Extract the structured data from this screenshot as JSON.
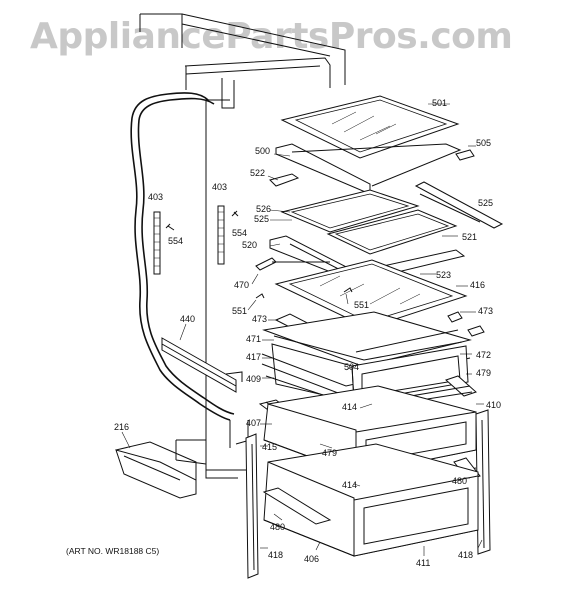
{
  "watermark": "AppliancePartsPros.com",
  "art_number": "(ART NO. WR18188 C5)",
  "part_labels": {
    "p501": "501",
    "p505": "505",
    "p500": "500",
    "p522": "522",
    "p525a": "525",
    "p526": "526",
    "p525b": "525",
    "p521": "521",
    "p403a": "403",
    "p403b": "403",
    "p554a": "554",
    "p554b": "554",
    "p520": "520",
    "p523": "523",
    "p470": "470",
    "p416": "416",
    "p551a": "551",
    "p551b": "551",
    "p473a": "473",
    "p473b": "473",
    "p440": "440",
    "p471": "471",
    "p472": "472",
    "p417": "417",
    "p504": "504",
    "p479a": "479",
    "p409": "409",
    "p414a": "414",
    "p410": "410",
    "p407": "407",
    "p479b": "479",
    "p216": "216",
    "p415": "415",
    "p480a": "480",
    "p414b": "414",
    "p480b": "480",
    "p418a": "418",
    "p406": "406",
    "p411": "411",
    "p418b": "418"
  }
}
